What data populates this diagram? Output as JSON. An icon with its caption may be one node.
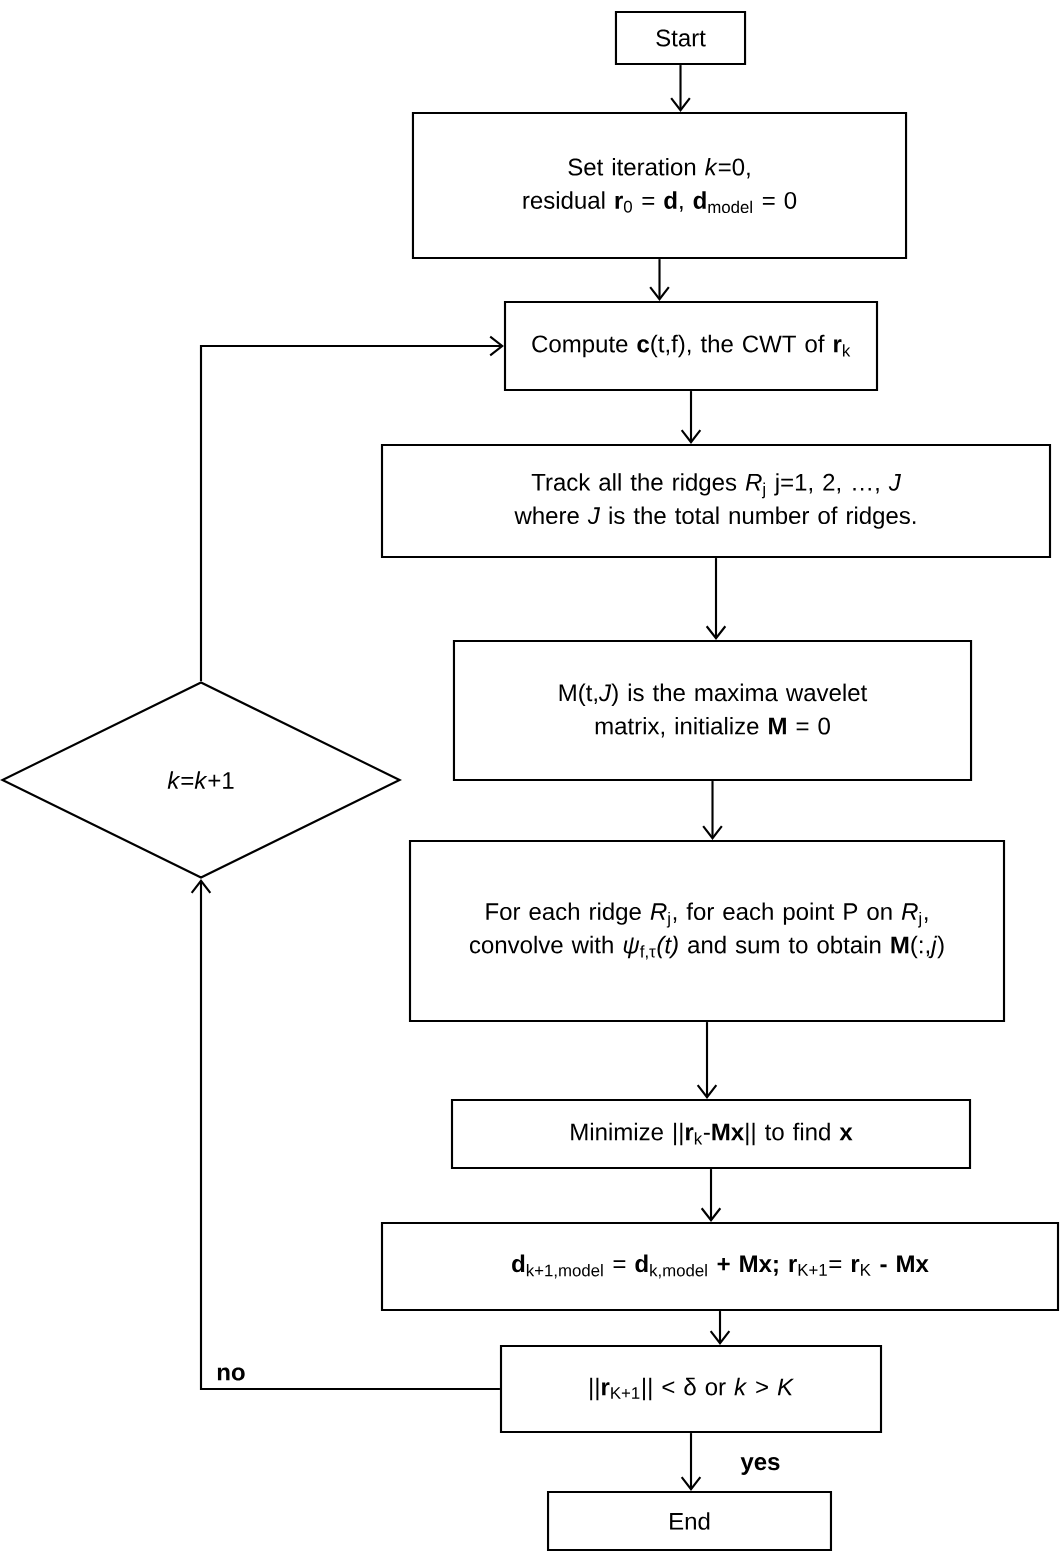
{
  "diagram": {
    "nodes": [
      {
        "text": [
          "Start"
        ]
      },
      {
        "text": [
          "Set iteration *k*=0, residual **r**$_{0}$ = **d**,  **d**$_{model}$ = 0"
        ]
      },
      {
        "text": [
          "Compute **c**(t,f), the CWT of **r**$_{k}$"
        ]
      },
      {
        "text": [
          "Track all the ridges *R*$_{j}$ j=1, 2, …, *J* where *J* is the total number of ridges."
        ]
      },
      {
        "text": [
          "M(t,*J*) is the maxima wavelet matrix, initialize **M** = 0"
        ]
      },
      {
        "text": [
          "For each ridge *R*$_{j}$, for each point P on *R*$_{j}$, convolve with *ψ*$_{f,τ}$*(t)* and sum to obtain **M**(:,*j*)"
        ]
      },
      {
        "text": [
          "Minimize ||**r**$_{k}$-**Mx**|| to find **x**"
        ]
      },
      {
        "text": [
          "**d**$_{k+1,model}$ = **d**$_{k,model}$ **+ Mx; r**$_{K+1}$= **r**$_{K}$ **- Mx**"
        ]
      },
      {
        "text": [
          "||**r**$_{K+1}$|| < δ or *k* > *K*"
        ]
      },
      {
        "text": [
          "End"
        ]
      },
      {
        "text": [
          "*k*=*k*+1"
        ]
      }
    ],
    "edges": [
      {
        "from": 0,
        "to": 1,
        "arrow": "to"
      },
      {
        "from": 1,
        "to": 2,
        "arrow": "to"
      },
      {
        "from": 2,
        "to": 3,
        "arrow": "to"
      },
      {
        "from": 3,
        "to": 4,
        "arrow": "to"
      },
      {
        "from": 4,
        "to": 5,
        "arrow": "to"
      },
      {
        "from": 5,
        "to": 6,
        "arrow": "to"
      },
      {
        "from": 6,
        "to": 7,
        "arrow": "to"
      },
      {
        "from": 7,
        "to": 8,
        "arrow": "to"
      },
      {
        "from": 8,
        "to": 9,
        "arrow": "to",
        "label": "yes"
      },
      {
        "from": 8,
        "to": 10,
        "arrow": "to",
        "label": "no"
      },
      {
        "from": 10,
        "to": 2,
        "arrow": "to"
      }
    ]
  }
}
